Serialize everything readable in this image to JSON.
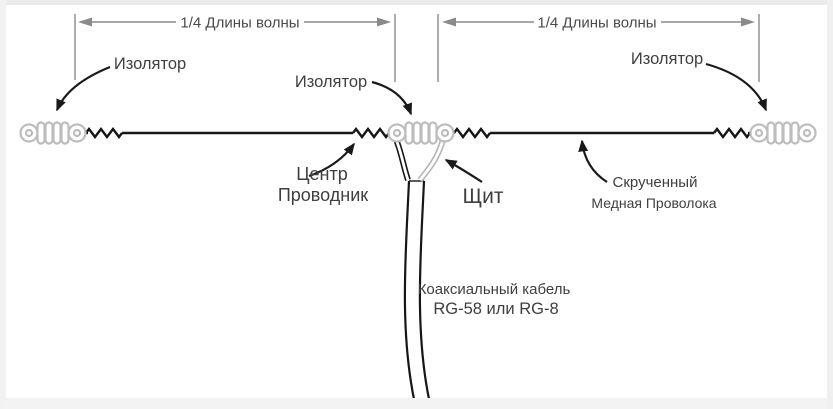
{
  "diagram": {
    "type": "half-wave dipole antenna wiring diagram",
    "dimensions": {
      "left_label": "1/4 Длины волны",
      "right_label": "1/4 Длины волны"
    },
    "labels": {
      "insulator_left": "Изолятор",
      "insulator_center": "Изолятор",
      "insulator_right": "Изолятор",
      "center_conductor_line1": "Центр",
      "center_conductor_line2": "Проводник",
      "shield": "Щит",
      "twisted_wire_line1": "Скрученный",
      "twisted_wire_line2": "Медная Проволока",
      "coax_line1": "Коаксиальный кабель",
      "coax_line2": "RG-58 или RG-8"
    },
    "colors": {
      "background": "#ffffff",
      "antenna_wire": "#161616",
      "insulator_outline": "#bdbdbd",
      "dimension_lines": "#8a8a8a",
      "label_text": "#3f3f3f",
      "shield_wire": "#b5b5b5"
    }
  }
}
